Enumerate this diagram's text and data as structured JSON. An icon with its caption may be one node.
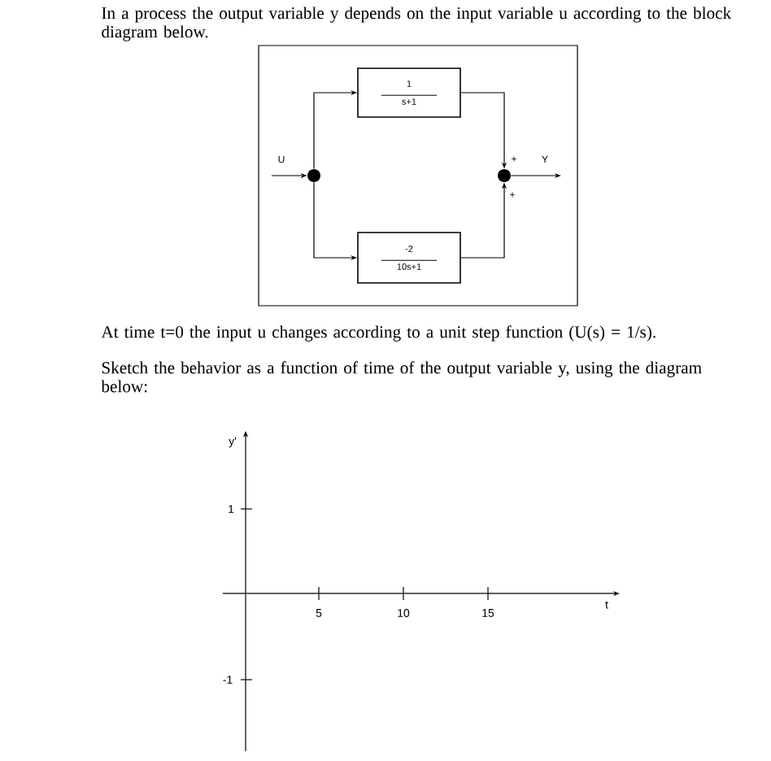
{
  "diagram": {
    "nodes": [
      {
        "text": [],
        "shape": "box"
      },
      {
        "text": [
          "1",
          "s+1"
        ],
        "in": 0
      },
      {
        "text": [
          "-2",
          "10s+1"
        ],
        "in": 0
      },
      {
        "text": [],
        "shape": "circle",
        "in": 0
      },
      {
        "text": [],
        "shape": "circle",
        "in": 0
      }
    ],
    "edges": [
      {
        "from": null,
        "to": 3,
        "arrow": "to",
        "label": "U"
      },
      {
        "from": 3,
        "to": 1,
        "arrow": "to"
      },
      {
        "from": 3,
        "to": 2,
        "arrow": "to"
      },
      {
        "from": 1,
        "to": 4,
        "arrow": "to"
      },
      {
        "from": 2,
        "to": 4,
        "arrow": "to"
      },
      {
        "from": 4,
        "to": null,
        "arrow": "to",
        "label": "Y"
      }
    ],
    "labels": [
      "In a process the output variable y depends on the input variable u according to the block diagram below.",
      "+",
      "+",
      "At time t=0 the input u changes according to a unit step function (U(s) = 1/s).",
      "Sketch the behavior as a function of time of the output variable y, using the diagram below:",
      "y'",
      "1",
      "5",
      "10",
      "15",
      "t",
      "-1"
    ]
  }
}
